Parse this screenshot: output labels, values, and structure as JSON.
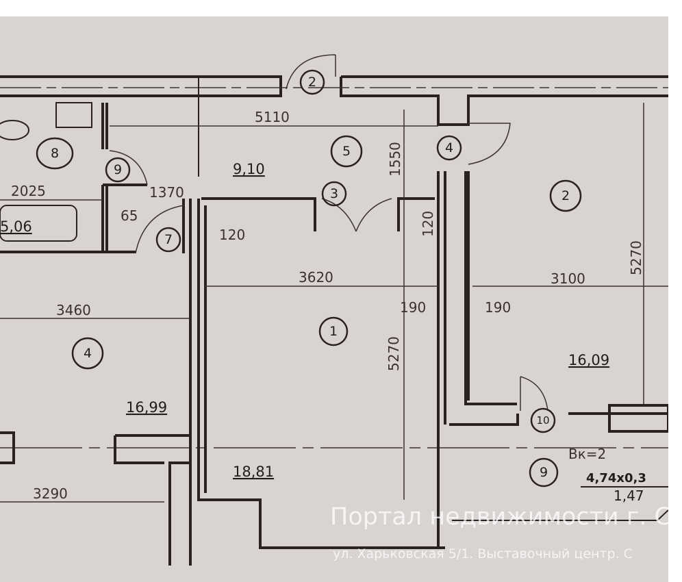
{
  "plan": {
    "rooms": [
      {
        "number": "1",
        "area": "18,81"
      },
      {
        "number": "2",
        "area": "16,09"
      },
      {
        "number": "4",
        "area": "16,99"
      },
      {
        "number": "5",
        "area": "9,10"
      },
      {
        "number": "8",
        "area": "5,06"
      },
      {
        "number": "9",
        "area": "1,47"
      }
    ],
    "door_marks": [
      "2",
      "3",
      "4",
      "7",
      "9",
      "10"
    ],
    "dimensions": [
      "5110",
      "1550",
      "2025",
      "1370",
      "65",
      "120",
      "120",
      "3620",
      "3100",
      "5270",
      "190",
      "190",
      "3460",
      "5270",
      "3290"
    ],
    "balcony_note": "Вк=2",
    "balcony_calc": "4,74x0,3"
  },
  "watermark": {
    "title": "Портал недвижимости г. С",
    "address": "ул. Харьковская 5/1. Выставочный центр. С"
  }
}
